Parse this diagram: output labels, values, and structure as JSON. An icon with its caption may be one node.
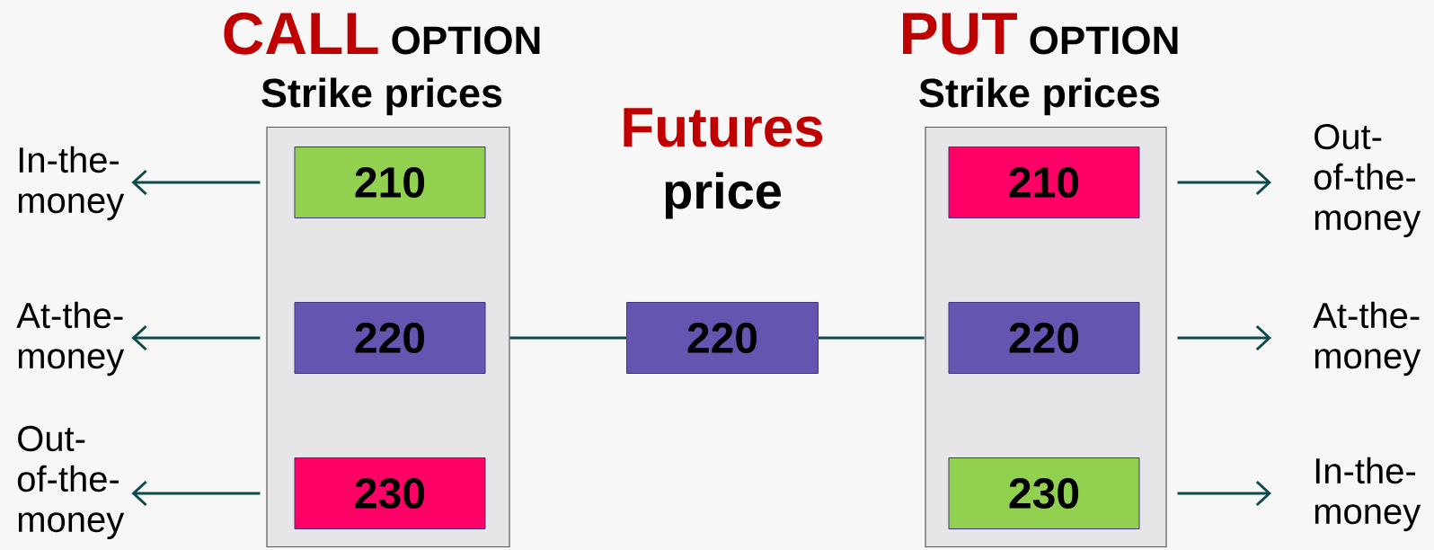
{
  "diagram": {
    "nodes": [
      {
        "text": [
          "CALL",
          "OPTION",
          "Strike prices"
        ]
      },
      {
        "text": [
          "210"
        ],
        "in": 0
      },
      {
        "text": [
          "220"
        ],
        "in": 0
      },
      {
        "text": [
          "230"
        ],
        "in": 0
      },
      {
        "text": [
          "220"
        ],
        "beside": [
          "Futures",
          "price"
        ]
      },
      {
        "text": [
          "PUT",
          "OPTION",
          "Strike prices"
        ]
      },
      {
        "text": [
          "210"
        ],
        "in": 5
      },
      {
        "text": [
          "220"
        ],
        "in": 5
      },
      {
        "text": [
          "230"
        ],
        "in": 5
      },
      {
        "text": [
          "In-the-money"
        ]
      },
      {
        "text": [
          "At-the-money"
        ]
      },
      {
        "text": [
          "Out-of-the-money"
        ]
      },
      {
        "text": [
          "Out-of-the-money"
        ]
      },
      {
        "text": [
          "At-the-money"
        ]
      },
      {
        "text": [
          "In-the-money"
        ]
      }
    ],
    "edges": [
      {
        "from": 1,
        "to": 9,
        "arrow": "to"
      },
      {
        "from": 2,
        "to": 10,
        "arrow": "to"
      },
      {
        "from": 3,
        "to": 11,
        "arrow": "to"
      },
      {
        "from": 2,
        "to": 4,
        "arrow": "none"
      },
      {
        "from": 4,
        "to": 7,
        "arrow": "none"
      },
      {
        "from": 6,
        "to": 12,
        "arrow": "to"
      },
      {
        "from": 7,
        "to": 13,
        "arrow": "to"
      },
      {
        "from": 8,
        "to": 14,
        "arrow": "to"
      }
    ]
  }
}
